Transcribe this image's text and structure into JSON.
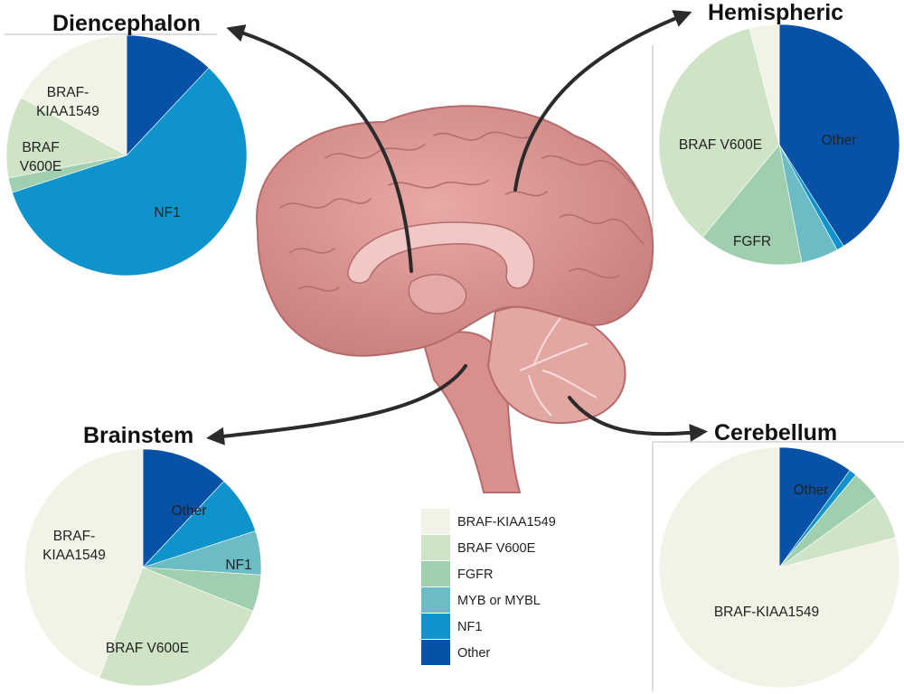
{
  "legend": {
    "items": [
      {
        "label": "BRAF-KIAA1549",
        "color": "#f2f2e6"
      },
      {
        "label": "BRAF V600E",
        "color": "#cfe3c6"
      },
      {
        "label": "FGFR",
        "color": "#9fcfae"
      },
      {
        "label": "MYB or MYBL",
        "color": "#6cbcc6"
      },
      {
        "label": "NF1",
        "color": "#0f93cc"
      },
      {
        "label": "Other",
        "color": "#0752a6"
      }
    ]
  },
  "chart_data": [
    {
      "type": "pie",
      "title": "Diencephalon",
      "categories": [
        "BRAF-KIAA1549",
        "BRAF V600E",
        "FGFR",
        "MYB or MYBL",
        "NF1",
        "Other"
      ],
      "values": [
        17,
        11,
        2,
        0,
        58,
        12
      ],
      "slice_labels": [
        "BRAF-\nKIAA1549",
        "BRAF\nV600E",
        "",
        "",
        "NF1",
        ""
      ]
    },
    {
      "type": "pie",
      "title": "Hemispheric",
      "categories": [
        "BRAF-KIAA1549",
        "BRAF V600E",
        "FGFR",
        "MYB or MYBL",
        "NF1",
        "Other"
      ],
      "values": [
        4,
        35,
        14,
        5,
        1,
        41
      ],
      "slice_labels": [
        "",
        "BRAF V600E",
        "FGFR",
        "",
        "",
        "Other"
      ]
    },
    {
      "type": "pie",
      "title": "Brainstem",
      "categories": [
        "BRAF-KIAA1549",
        "BRAF V600E",
        "FGFR",
        "MYB or MYBL",
        "NF1",
        "Other"
      ],
      "values": [
        44,
        25,
        5,
        6,
        8,
        12
      ],
      "slice_labels": [
        "BRAF-\nKIAA1549",
        "BRAF V600E",
        "",
        "",
        "NF1",
        "Other"
      ]
    },
    {
      "type": "pie",
      "title": "Cerebellum",
      "categories": [
        "BRAF-KIAA1549",
        "BRAF V600E",
        "FGFR",
        "MYB or MYBL",
        "NF1",
        "Other"
      ],
      "values": [
        79,
        6,
        4,
        0,
        1,
        10
      ],
      "slice_labels": [
        "BRAF-KIAA1549",
        "",
        "",
        "",
        "",
        "Other"
      ]
    }
  ]
}
